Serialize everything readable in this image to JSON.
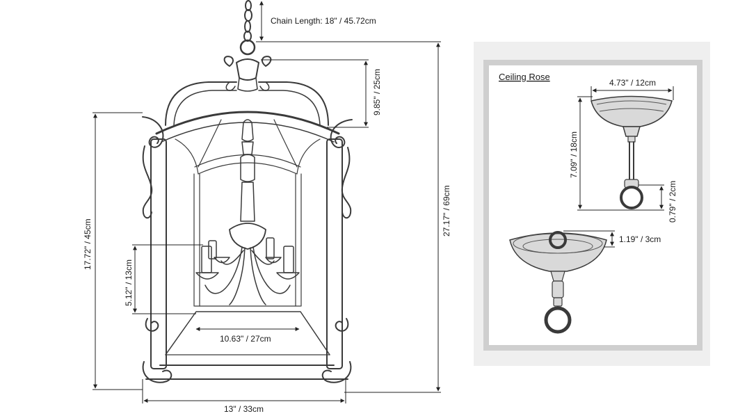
{
  "diagram": {
    "dimensions": {
      "chain_length": "Chain Length: 18\" / 45.72cm",
      "top_height": "9.85\" / 25cm",
      "total_height": "27.17\" / 69cm",
      "body_height": "17.72\" / 45cm",
      "candle_height": "5.12\" / 13cm",
      "inner_width": "10.63\" / 27cm",
      "base_width": "13\" / 33cm"
    },
    "ceiling_rose": {
      "title": "Ceiling Rose",
      "width": "4.73\" / 12cm",
      "height": "7.09\" / 18cm",
      "ring": "0.79\" / 2cm",
      "depth": "1.19\" / 3cm"
    }
  }
}
